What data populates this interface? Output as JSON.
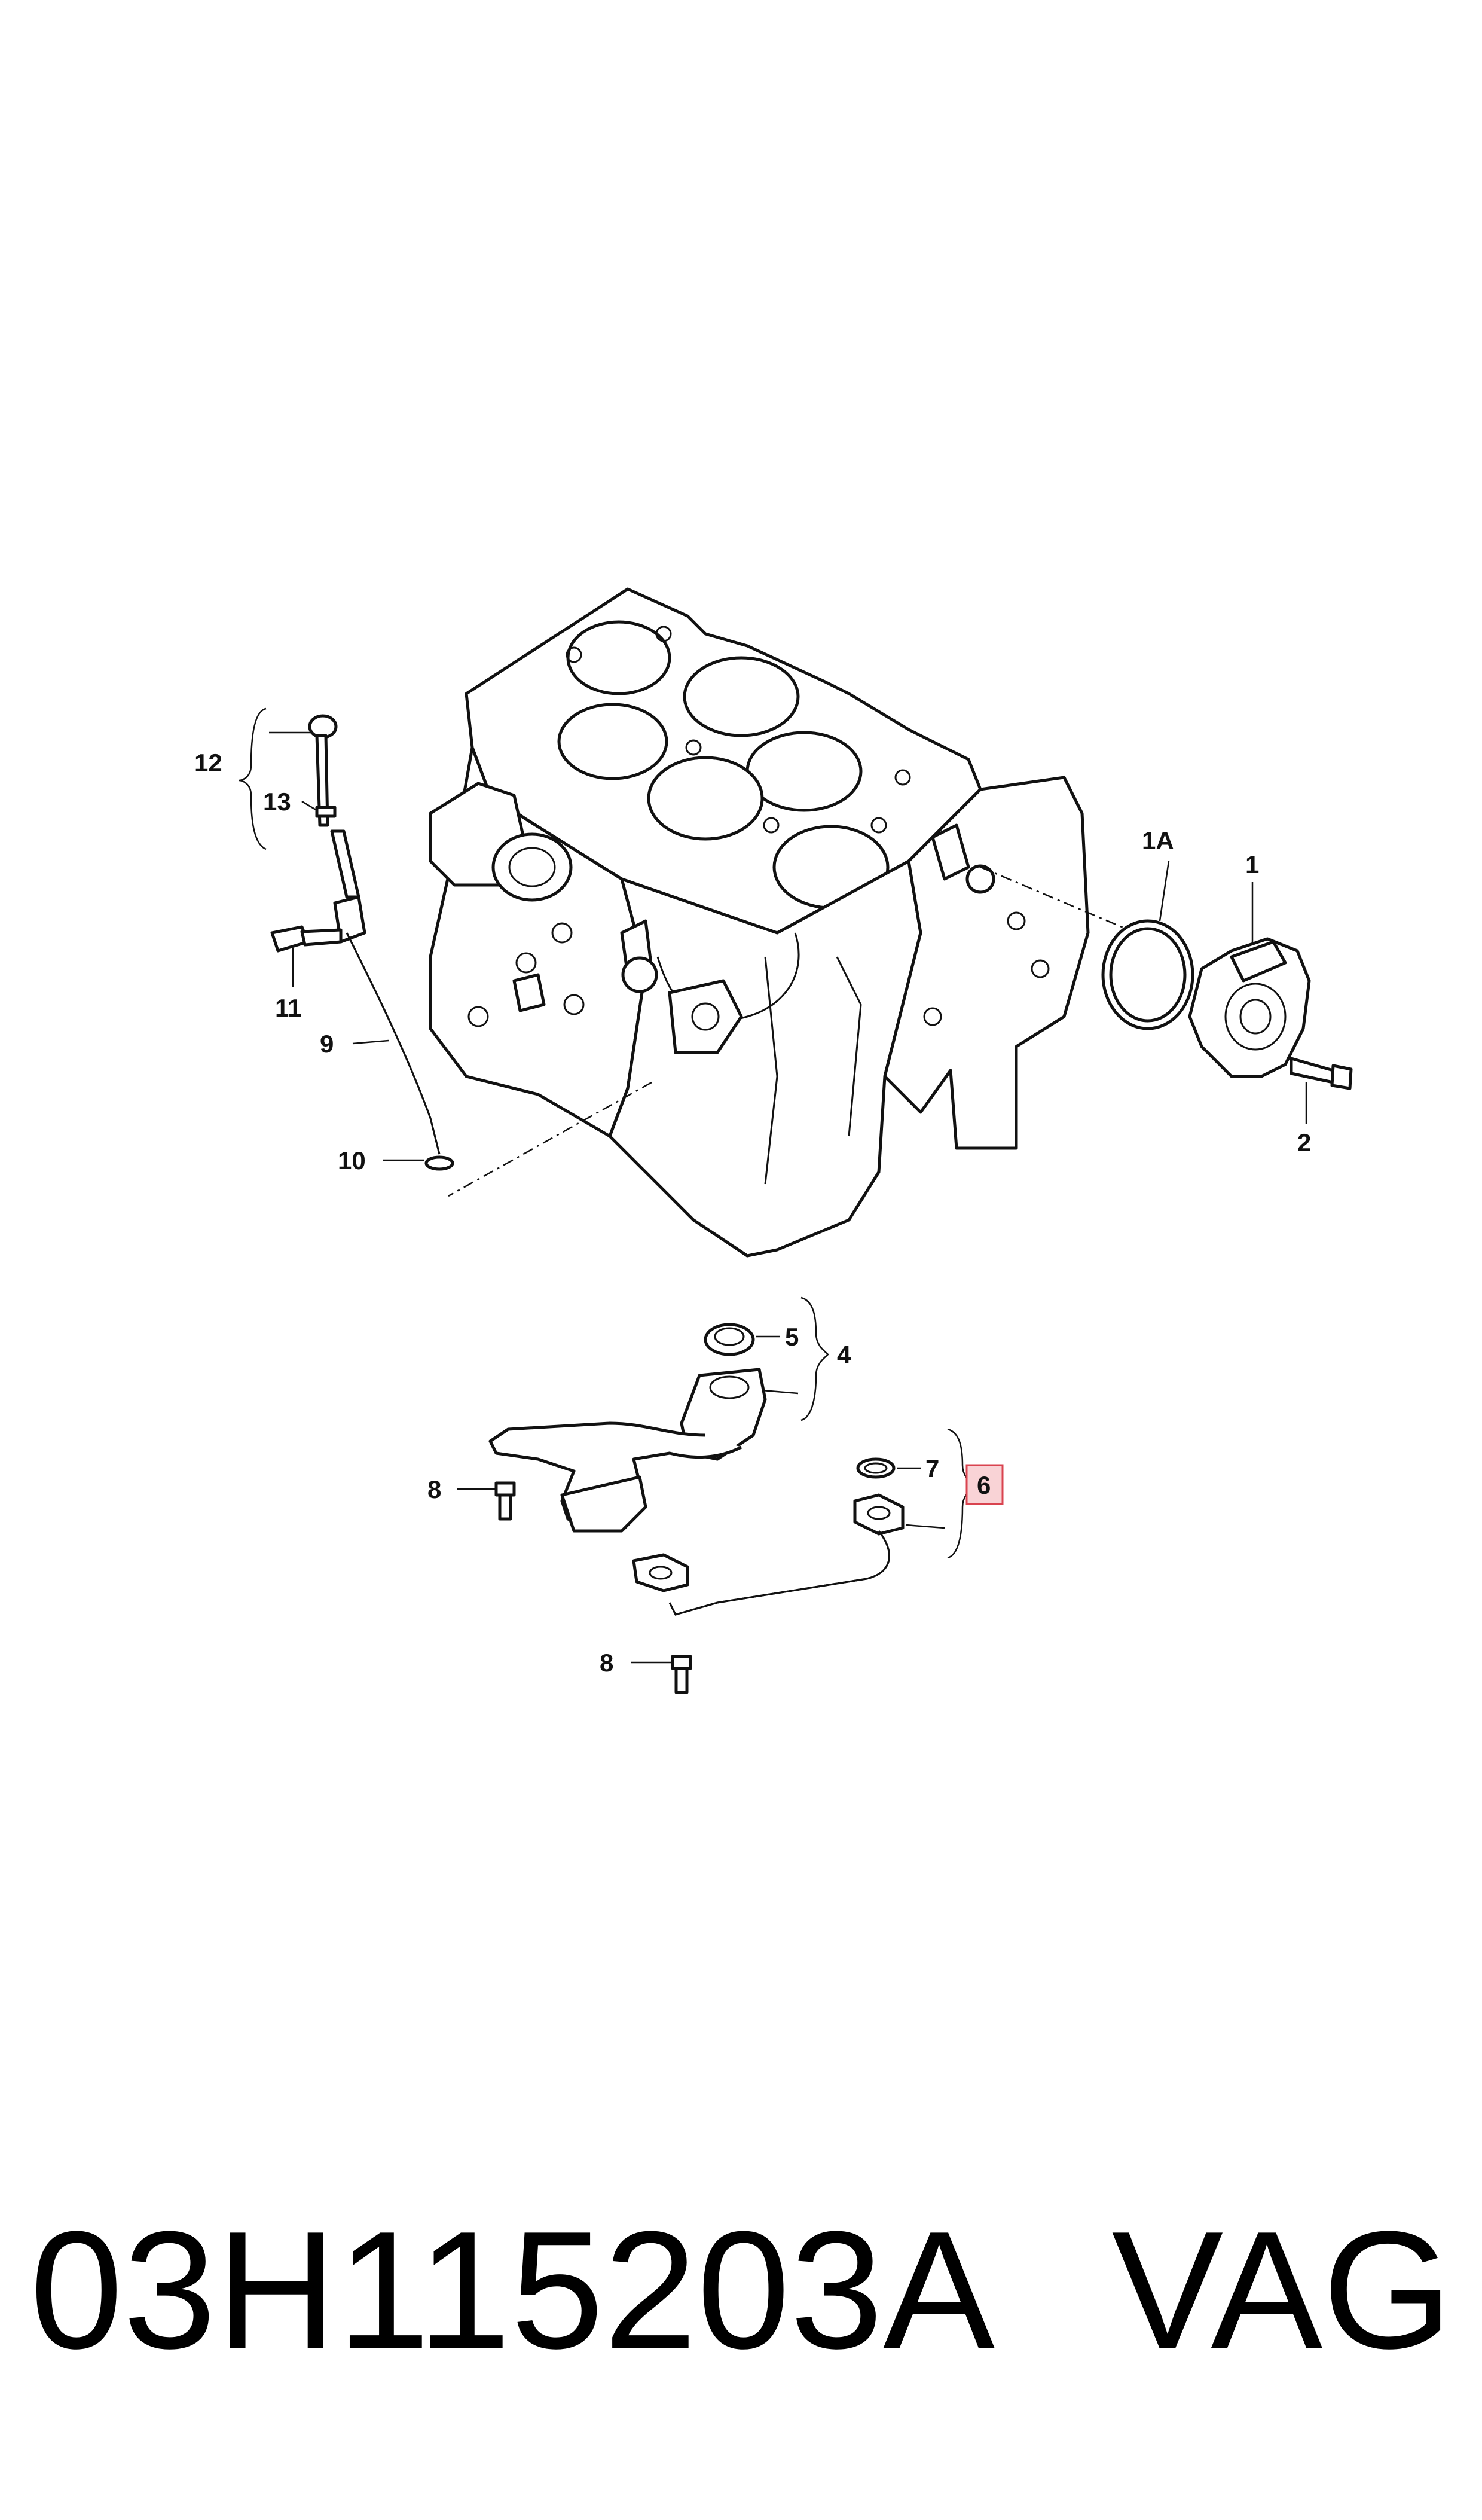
{
  "callouts": {
    "c1": "1",
    "c1a": "1A",
    "c2": "2",
    "c4": "4",
    "c5": "5",
    "c6": "6",
    "c7": "7",
    "c8a": "8",
    "c8b": "8",
    "c9": "9",
    "c10": "10",
    "c11": "11",
    "c12": "12",
    "c13": "13"
  },
  "highlight": {
    "part": "6",
    "fill": "#f9d3d6",
    "stroke": "#d9434f"
  },
  "footer": {
    "part_number": "03H115203A",
    "brand": "VAG"
  }
}
